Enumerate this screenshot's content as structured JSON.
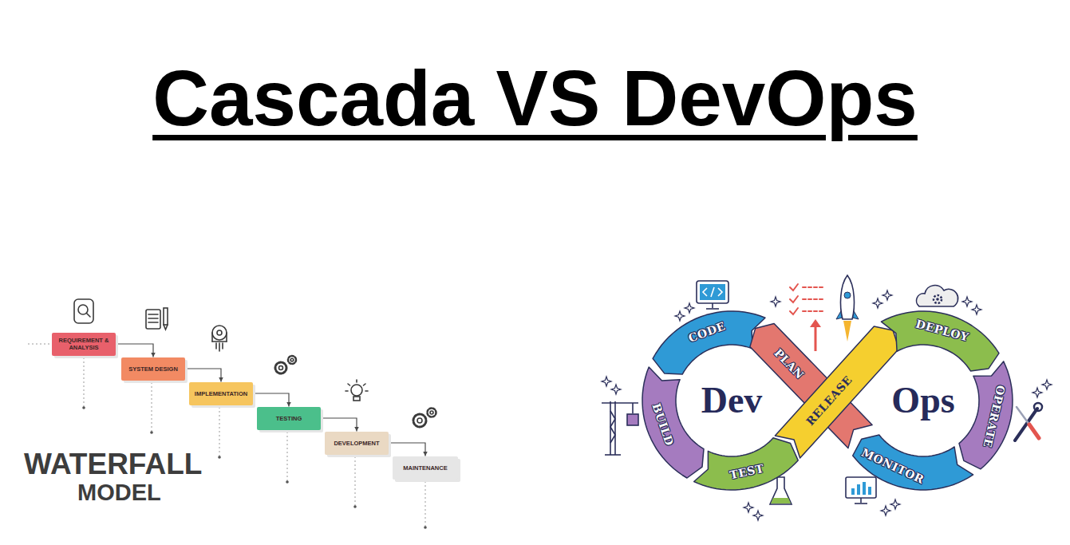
{
  "diagram": {
    "title": "Cascada VS DevOps",
    "nodes": [
      {
        "text": [
          "REQUIREMENT & ANALYSIS"
        ]
      },
      {
        "text": [
          "SYSTEM DESIGN"
        ]
      },
      {
        "text": [
          "IMPLEMENTATION"
        ]
      },
      {
        "text": [
          "TESTING"
        ]
      },
      {
        "text": [
          "DEVELOPMENT"
        ]
      },
      {
        "text": [
          "MAINTENANCE"
        ]
      },
      {
        "text": [
          "CODE"
        ]
      },
      {
        "text": [
          "PLAN"
        ]
      },
      {
        "text": [
          "RELEASE"
        ]
      },
      {
        "text": [
          "DEPLOY"
        ]
      },
      {
        "text": [
          "BUILD"
        ]
      },
      {
        "text": [
          "OPERATE"
        ]
      },
      {
        "text": [
          "TEST"
        ]
      },
      {
        "text": [
          "MONITOR"
        ]
      }
    ],
    "edges": [
      {
        "from": 0,
        "to": 1,
        "arrow": "to"
      },
      {
        "from": 1,
        "to": 2,
        "arrow": "to"
      },
      {
        "from": 2,
        "to": 3,
        "arrow": "to"
      },
      {
        "from": 3,
        "to": 4,
        "arrow": "to"
      },
      {
        "from": 4,
        "to": 5,
        "arrow": "to"
      }
    ],
    "labels": [
      "WATERFALL",
      "MODEL",
      "Dev",
      "Ops"
    ]
  }
}
